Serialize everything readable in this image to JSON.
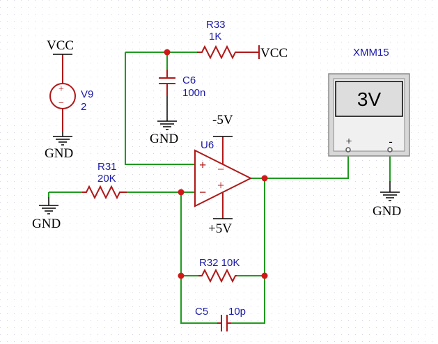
{
  "diagram": {
    "colors": {
      "background": "#ffffff",
      "grid": "#d7d7ea",
      "wire": "#1f9a1f",
      "component": "#b01818",
      "junction": "#d01818",
      "label_blue": "#1a1aa6",
      "label_black": "#000000",
      "meter_frame": "#d8d8d8",
      "meter_border": "#8a8a8a",
      "meter_display": "#dddddd"
    },
    "labels": {
      "vcc_left": "VCC",
      "v9_name": "V9",
      "v9_value": "2",
      "v9_plus": "+",
      "v9_minus": "−",
      "gnd_v9": "GND",
      "r33_name": "R33",
      "r33_value": "1K",
      "vcc_right": "VCC",
      "c6_name": "C6",
      "c6_value": "100n",
      "gnd_c6": "GND",
      "neg5v": "-5V",
      "u6_name": "U6",
      "pos5v": "+5V",
      "r31_name": "R31",
      "r31_value": "20K",
      "gnd_r31": "GND",
      "r32_label": "R32 10K",
      "c5_name": "C5",
      "c5_value": "10p",
      "meter_name": "XMM15",
      "meter_reading": "3V",
      "meter_plus": "+",
      "meter_minus": "-",
      "gnd_meter": "GND",
      "opamp_in_plus_left": "+",
      "opamp_in_minus_left": "−",
      "opamp_in_minus_right": "−",
      "opamp_in_plus_right": "+"
    }
  }
}
